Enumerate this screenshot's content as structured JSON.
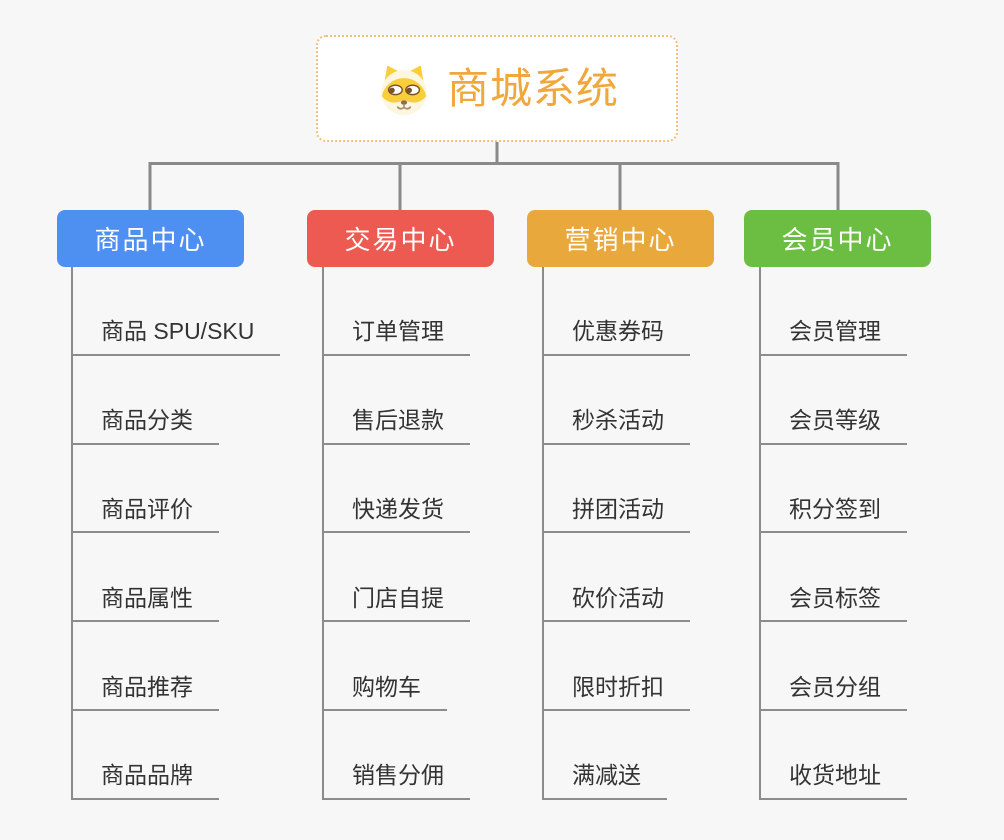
{
  "root": {
    "title": "商城系统",
    "icon": "dog-face-icon"
  },
  "branches": [
    {
      "label": "商品中心",
      "color": "#4E90F2",
      "items": [
        "商品 SPU/SKU",
        "商品分类",
        "商品评价",
        "商品属性",
        "商品推荐",
        "商品品牌"
      ]
    },
    {
      "label": "交易中心",
      "color": "#EC5A52",
      "items": [
        "订单管理",
        "售后退款",
        "快递发货",
        "门店自提",
        "购物车",
        "销售分佣"
      ]
    },
    {
      "label": "营销中心",
      "color": "#E9A83C",
      "items": [
        "优惠券码",
        "秒杀活动",
        "拼团活动",
        "砍价活动",
        "限时折扣",
        "满减送"
      ]
    },
    {
      "label": "会员中心",
      "color": "#6CBE43",
      "items": [
        "会员管理",
        "会员等级",
        "积分签到",
        "会员标签",
        "会员分组",
        "收货地址"
      ]
    }
  ],
  "palette": {
    "background": "#F7F7F8",
    "root_title": "#F0A73C",
    "root_border": "#F2C179",
    "connector": "#8A8A8A",
    "leaf_underline": "#8C8C8C",
    "leaf_text": "#333333"
  }
}
